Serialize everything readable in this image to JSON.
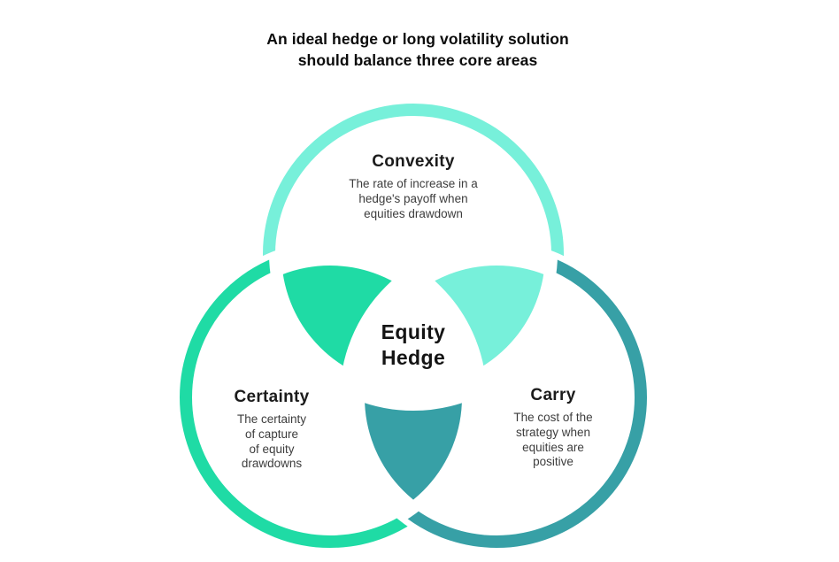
{
  "title": {
    "line1": "An ideal hedge or long volatility solution",
    "line2": "should balance three core areas"
  },
  "colors": {
    "mint": "#77F0DA",
    "green": "#1FDBA5",
    "teal": "#37A0A6",
    "separator": "#FFFFFF",
    "center_fill": "#FFFFFF",
    "heading_text": "#1B1B1B",
    "body_text": "#3D3D3D"
  },
  "venn": {
    "center": {
      "line1": "Equity",
      "line2": "Hedge"
    },
    "top": {
      "label": "Convexity",
      "desc_lines": {
        "0": "The rate of increase in a",
        "1": "hedge's payoff when",
        "2": "equities drawdown"
      }
    },
    "left": {
      "label": "Certainty",
      "desc_lines": {
        "0": "The certainty",
        "1": "of capture",
        "2": "of equity",
        "3": "drawdowns"
      }
    },
    "right": {
      "label": "Carry",
      "desc_lines": {
        "0": "The cost of the",
        "1": "strategy when",
        "2": "equities are",
        "3": "positive"
      }
    }
  }
}
